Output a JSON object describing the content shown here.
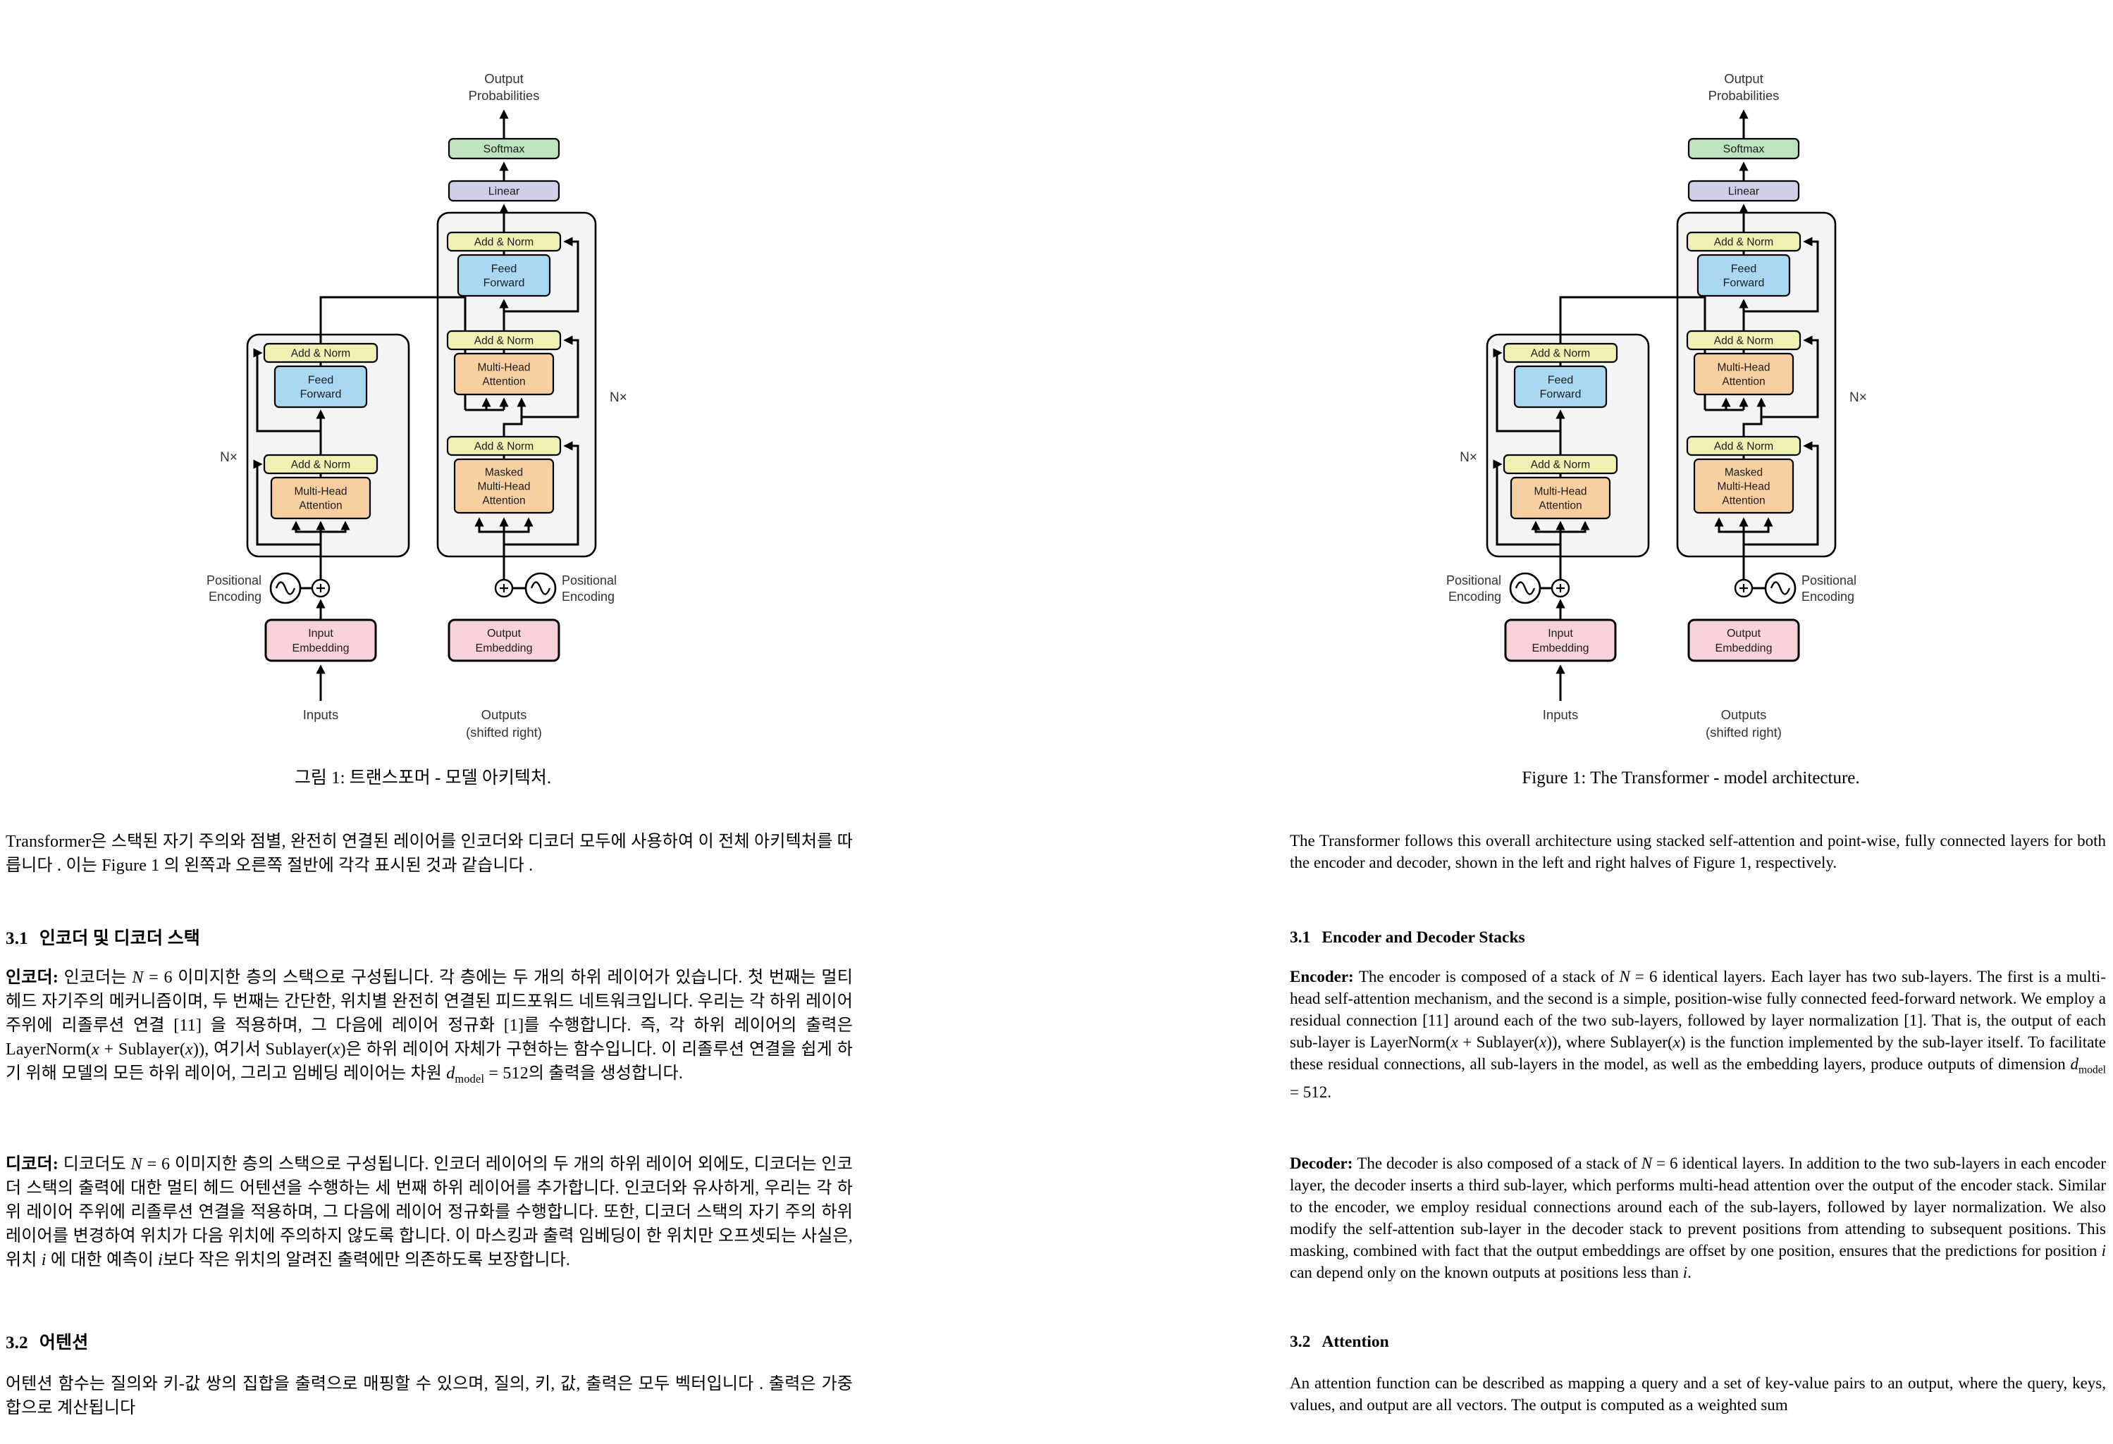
{
  "diagram": {
    "output_probabilities": [
      "Output",
      "Probabilities"
    ],
    "softmax": "Softmax",
    "linear": "Linear",
    "add_norm": "Add & Norm",
    "feed_forward": [
      "Feed",
      "Forward"
    ],
    "multi_head_attention": [
      "Multi-Head",
      "Attention"
    ],
    "masked_multi_head_attention": [
      "Masked",
      "Multi-Head",
      "Attention"
    ],
    "input_embedding": [
      "Input",
      "Embedding"
    ],
    "output_embedding": [
      "Output",
      "Embedding"
    ],
    "positional_encoding": [
      "Positional",
      "Encoding"
    ],
    "inputs": "Inputs",
    "outputs": "Outputs",
    "shifted_right": "(shifted right)",
    "n_times": "N×",
    "colors": {
      "softmax": "#bfe3bf",
      "linear": "#cfcfe8",
      "add_norm": "#f0f0b2",
      "feed_forward": "#a9d9f2",
      "attention": "#f8cfa0",
      "embedding": "#f8d2d8",
      "block_bg": "#f4f4f4",
      "stroke": "#000000"
    }
  },
  "left_page": {
    "caption": "그림 1: 트랜스포머 - 모델 아키텍처.",
    "para1": [
      {
        "t": "Transformer은 스택된 자기 주의와 점별, 완전히 연결된 레이어를 인코더와 디코더 모두에 사용하여 이 전체 아키텍처를 따릅니다 . 이는 Figure 1 의 왼쪽과 오른쪽 절반에 각각 표시된 것과 같습니다 ."
      }
    ],
    "sec31": {
      "num": "3.1",
      "title": "인코더 및 디코더 스택"
    },
    "encoder_para": [
      {
        "t": "인코더: ",
        "b": true
      },
      {
        "t": "인코더는 "
      },
      {
        "t": "N",
        "i": true
      },
      {
        "t": " = 6 이미지한 층의 스택으로 구성됩니다. 각 층에는 두 개의 하위 레이어가 있습니다. 첫 번째는 멀티 헤드 자기주의 메커니즘이며, 두 번째는 간단한, 위치별 완전히 연결된 피드포워드 네트워크입니다. 우리는 각 하위 레이어 주위에 리졸루션 연결 [11] 을 적용하며, 그 다음에 레이어 정규화 [1]를 수행합니다. 즉, 각 하위 레이어의 출력은 LayerNorm("
      },
      {
        "t": "x",
        "i": true
      },
      {
        "t": " + Sublayer("
      },
      {
        "t": "x",
        "i": true
      },
      {
        "t": ")), 여기서 Sublayer("
      },
      {
        "t": "x",
        "i": true
      },
      {
        "t": ")은 하위 레이어 자체가 구현하는 함수입니다. 이 리졸루션 연결을 쉽게 하기 위해 모델의 모든 하위 레이어, 그리고 임베딩 레이어는 차원 "
      },
      {
        "t": "d",
        "i": true
      },
      {
        "t": "model",
        "sub": true
      },
      {
        "t": " = 512의 출력을 생성합니다."
      }
    ],
    "decoder_para": [
      {
        "t": "디코더: ",
        "b": true
      },
      {
        "t": "디코더도 "
      },
      {
        "t": "N",
        "i": true
      },
      {
        "t": " = 6 이미지한 층의 스택으로 구성됩니다. 인코더 레이어의 두 개의 하위 레이어 외에도, 디코더는 인코더 스택의 출력에 대한 멀티 헤드 어텐션을 수행하는 세 번째 하위 레이어를 추가합니다. 인코더와 유사하게, 우리는 각 하위 레이어 주위에 리졸루션 연결을 적용하며, 그 다음에 레이어 정규화를 수행합니다. 또한, 디코더 스택의 자기 주의 하위 레이어를 변경하여 위치가 다음 위치에 주의하지 않도록 합니다. 이 마스킹과 출력 임베딩이 한 위치만 오프셋되는 사실은, 위치 "
      },
      {
        "t": "i",
        "i": true
      },
      {
        "t": " 에 대한 예측이 "
      },
      {
        "t": "i",
        "i": true
      },
      {
        "t": "보다 작은 위치의 알려진 출력에만 의존하도록 보장합니다."
      }
    ],
    "sec32": {
      "num": "3.2",
      "title": "어텐션"
    },
    "attention_para": [
      {
        "t": "어텐션 함수는 질의와 키-값 쌍의 집합을 출력으로 매핑할 수 있으며, 질의, 키, 값, 출력은 모두 벡터입니다 . 출력은 가중 합으로 계산됩니다"
      }
    ]
  },
  "right_page": {
    "caption": "Figure 1: The Transformer - model architecture.",
    "para1": [
      {
        "t": "The Transformer follows this overall architecture using stacked self-attention and point-wise, fully connected layers for both the encoder and decoder, shown in the left and right halves of Figure 1, respectively."
      }
    ],
    "sec31": {
      "num": "3.1",
      "title": "Encoder and Decoder Stacks"
    },
    "encoder_para": [
      {
        "t": "Encoder: ",
        "b": true
      },
      {
        "t": "The encoder is composed of a stack of "
      },
      {
        "t": "N",
        "i": true
      },
      {
        "t": " = 6 identical layers. Each layer has two sub-layers. The first is a multi-head self-attention mechanism, and the second is a simple, position-wise fully connected feed-forward network. We employ a residual connection [11] around each of the two sub-layers, followed by layer normalization [1].  That is, the output of each sub-layer is LayerNorm("
      },
      {
        "t": "x",
        "i": true
      },
      {
        "t": " + Sublayer("
      },
      {
        "t": "x",
        "i": true
      },
      {
        "t": ")), where Sublayer("
      },
      {
        "t": "x",
        "i": true
      },
      {
        "t": ") is the function implemented by the sub-layer itself. To facilitate these residual connections, all sub-layers in the model, as well as the embedding layers, produce outputs of dimension "
      },
      {
        "t": "d",
        "i": true
      },
      {
        "t": "model",
        "sub": true
      },
      {
        "t": " = 512."
      }
    ],
    "decoder_para": [
      {
        "t": "Decoder: ",
        "b": true
      },
      {
        "t": "The decoder is also composed of a stack of "
      },
      {
        "t": "N",
        "i": true
      },
      {
        "t": " = 6 identical layers. In addition to the two sub-layers in each encoder layer, the decoder inserts a third sub-layer, which performs multi-head attention over the output of the encoder stack. Similar to the encoder, we employ residual connections around each of the sub-layers, followed by layer normalization. We also modify the self-attention sub-layer in the decoder stack to prevent positions from attending to subsequent positions.  This masking, combined with fact that the output embeddings are offset by one position, ensures that the predictions for position "
      },
      {
        "t": "i",
        "i": true
      },
      {
        "t": " can depend only on the known outputs at positions less than "
      },
      {
        "t": "i",
        "i": true
      },
      {
        "t": "."
      }
    ],
    "sec32": {
      "num": "3.2",
      "title": "Attention"
    },
    "attention_para": [
      {
        "t": "An attention function can be described as mapping a query and a set of key-value pairs to an output, where the query, keys, values, and output are all vectors. The output is computed as a weighted sum"
      }
    ]
  }
}
